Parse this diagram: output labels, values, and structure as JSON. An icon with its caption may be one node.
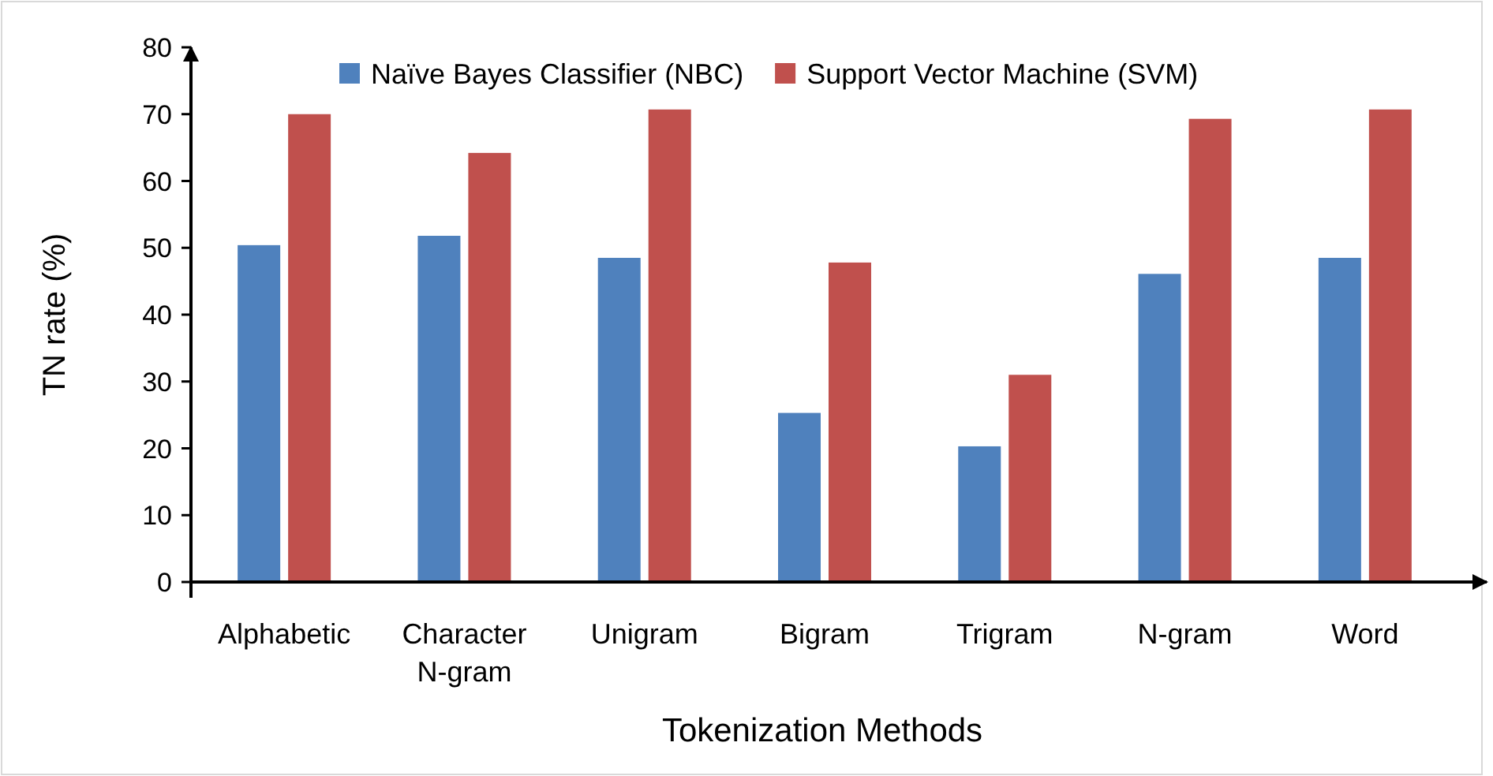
{
  "diagram": {
    "chart_data": {
      "type": "bar",
      "xlabel": "Tokenization Methods",
      "ylabel": "TN rate (%)",
      "categories": [
        "Alphabetic",
        "Character N-gram",
        "Unigram",
        "Bigram",
        "Trigram",
        "N-gram",
        "Word"
      ],
      "series": [
        {
          "name": "Naïve Bayes Classifier (NBC)",
          "color": "#4f81bd",
          "values": [
            50.4,
            51.8,
            48.5,
            25.3,
            20.3,
            46.1,
            48.5
          ]
        },
        {
          "name": "Support Vector Machine (SVM)",
          "color": "#c0504d",
          "values": [
            70.0,
            64.2,
            70.7,
            47.8,
            31.0,
            69.3,
            70.7
          ]
        }
      ],
      "legend": "top",
      "ylim": [
        0,
        80
      ],
      "yticks": [
        0,
        10,
        20,
        30,
        40,
        50,
        60,
        70,
        80
      ]
    }
  }
}
